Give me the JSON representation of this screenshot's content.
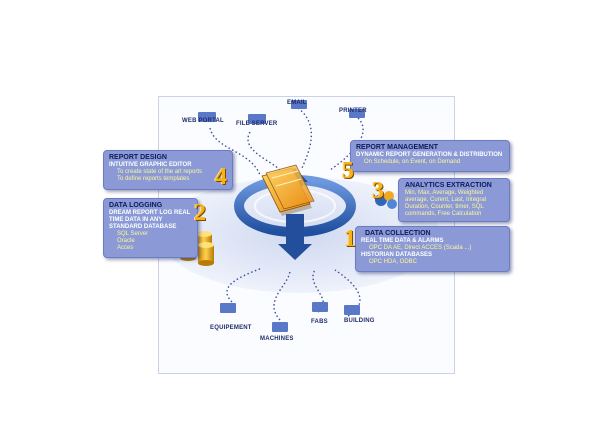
{
  "satellites": {
    "web_portal": "WEB PORTAL",
    "file_server": "FILE SERVER",
    "email": "EMAIL",
    "printer": "PRINTER",
    "equipement": "EQUIPEMENT",
    "machines": "MACHINES",
    "fabs": "FABS",
    "building": "BUILDING"
  },
  "panels": {
    "report_design": {
      "number": "4",
      "title": "REPORT DESIGN",
      "lines": [
        "INTUITIVE GRAPHIC EDITOR"
      ],
      "subs": [
        "To create state of the art reports",
        "To define reports templates"
      ]
    },
    "data_logging": {
      "number": "2",
      "title": "DATA LOGGING",
      "lines": [
        "DREAM REPORT LOG REAL",
        "TIME DATA IN ANY",
        "STANDARD DATABASE"
      ],
      "subs": [
        "SQL Server",
        "Oracle",
        "Acces"
      ]
    },
    "report_management": {
      "number": "5",
      "title": "REPORT MANAGEMENT",
      "lines": [
        "DYNAMIC REPORT GENERATION & DISTRIBUTION"
      ],
      "subs": [
        "On Schedule, on Event, on Demand"
      ]
    },
    "analytics": {
      "number": "3",
      "title": "ANALYTICS EXTRACTION",
      "subs": [
        "Min, Max, Average, Weighted",
        "average, Curent, Last, Integral",
        "Duration, Counter, timer, SQL",
        "commands, Free Calculation"
      ]
    },
    "data_collection": {
      "number": "1",
      "title": "DATA COLLECTION",
      "lines": [
        "REAL TIME DATA & ALARMS",
        "HISTORIAN DATABASES"
      ],
      "subs": [
        "OPC DA AE, Direct ACCES (Scada ...)",
        "OPC HDA, ODBC"
      ]
    }
  },
  "colors": {
    "panel_fill": "#8b9ad6",
    "panel_title": "#0e1a5c",
    "sub_text": "#fff59a",
    "number": "#f6b21a",
    "ring": "#2f66b8",
    "link": "#3b4f9a"
  }
}
